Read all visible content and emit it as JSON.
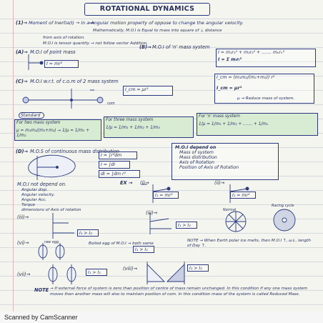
{
  "title": "ROTATIONAL DYNAMICS",
  "s1": {
    "num": "(1)→",
    "head": "Moment of Inertia(I) → In a Angular motion property of oppose to change the angular velocity.",
    "l2": "Mathematically, M.O.I is Equal to mass into square of ⊥ distance",
    "l3": "from axis of rotation.",
    "l4": "M.O.I is tensor quantity → not follow vector Addition."
  },
  "s1a": {
    "num": "(A)→",
    "head": "M.O.I of point mass",
    "formula": "I = mr²"
  },
  "s1b": {
    "num": "(B)→",
    "head": "M.O.I of 'n' mass system",
    "formula1": "I = m₁r₁² + m₂r₂² + ....... mₙrₙ²",
    "formula2": "I = Σ mᵢrᵢ²"
  },
  "s1c": {
    "num": "(C)→",
    "head": "M.O.I w.r.t. of c.o.m of 2 mass system",
    "com": "com",
    "f1": "I_cm = (m₁m₂/(m₁+m₂)) r²",
    "f2": "I_cm = μr²",
    "note": "μ → Reduce mass of system."
  },
  "standard": {
    "label": "Standard",
    "b1_head": "For two mass system",
    "b1_formula": "μ = m₁m₂/(m₁+m₂) → 1/μ = 1/m₁ + 1/m₂",
    "b2_head": "For three mass system",
    "b2_formula": "1/μ = 1/m₁ + 1/m₂ + 1/m₃",
    "b3_head": "For 'n' mass system",
    "b3_formula": "1/μ = 1/m₁ + 1/m₂ + ....... + 1/mₙ"
  },
  "s1d": {
    "num": "(D)→",
    "head": "M.O.S of continuous mass distribution",
    "f1": "I = ∫r²dm",
    "f2": "I = ∫dI",
    "f3": "dI = ∫dm r²",
    "depends_head": "M.O.I depend on",
    "depends": [
      "Mass of system",
      "Mass distribution",
      "Axis of Rotation",
      "Position of Axis of Rotation"
    ]
  },
  "notdepend": {
    "head": "M.O.I not depend on.",
    "items": [
      "Angular disp.",
      "Angular velocity.",
      "Angular Acc.",
      "Torque",
      "dimensions of Axis of rotation"
    ]
  },
  "ex": {
    "label": "EX →",
    "i": "(i)→",
    "ii": "(ii)→",
    "iii": "(iii)→",
    "i_res": "I₁ = mr²",
    "ii_res": "I₂ = mr²",
    "comp": "I₁ > I₂",
    "normal": "Normal",
    "racing": "Racing cycle"
  },
  "vi": {
    "num": "(vi)→",
    "left": "raw egg",
    "boiled": "Boiled egg of M.O.I → both same",
    "comp": "I₁ > I₂",
    "earth": "NOTE → When Earth polar ice melts, then M.O.I ↑, ω↓, length of Day ↑."
  },
  "vii": {
    "num": "(vii)→",
    "viii": "(viii)→",
    "comp": "I₁ > I₂"
  },
  "note2": {
    "label": "NOTE",
    "text": "→ If external force of system is zero than position of centre of mass remain unchanged. In this condition if any one mass system moves than another mass will also to maintain position of com. In this condition mass of the system is called Reduced Mass."
  },
  "footer": "Scanned by CamScanner"
}
